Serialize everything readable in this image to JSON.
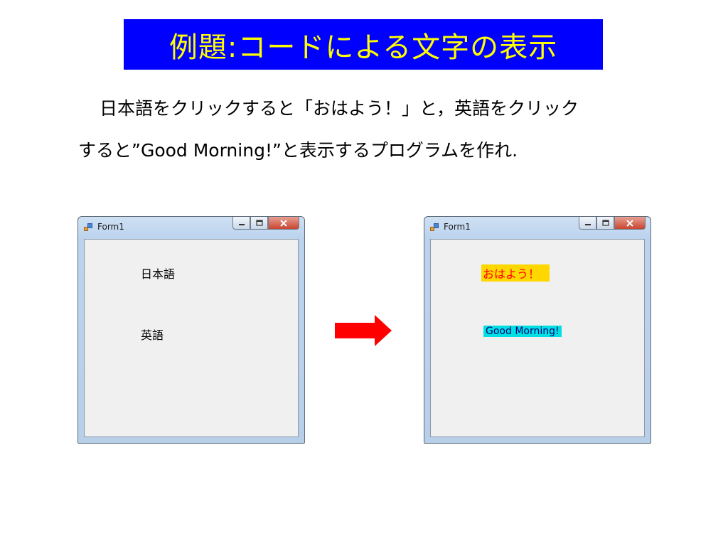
{
  "slide": {
    "title": "例題:コードによる文字の表示",
    "description_line1": "日本語をクリックすると「おはよう！」と，英語をクリック",
    "description_line2": "すると”Good Morning!”と表示するプログラムを作れ."
  },
  "window_before": {
    "title": "Form1",
    "label_japanese": "日本語",
    "label_english": "英語"
  },
  "window_after": {
    "title": "Form1",
    "label_japanese": "おはよう！",
    "label_english": "Good Morning!"
  },
  "colors": {
    "title_bg": "#0000ff",
    "title_fg": "#ffff00",
    "arrow": "#ff0000",
    "label_japanese_bg": "#ffd700",
    "label_japanese_fg": "#ff0000",
    "label_english_bg": "#00e0e0",
    "label_english_fg": "#000080"
  },
  "icons": {
    "arrow": "right-arrow-icon",
    "app": "form-app-icon"
  }
}
